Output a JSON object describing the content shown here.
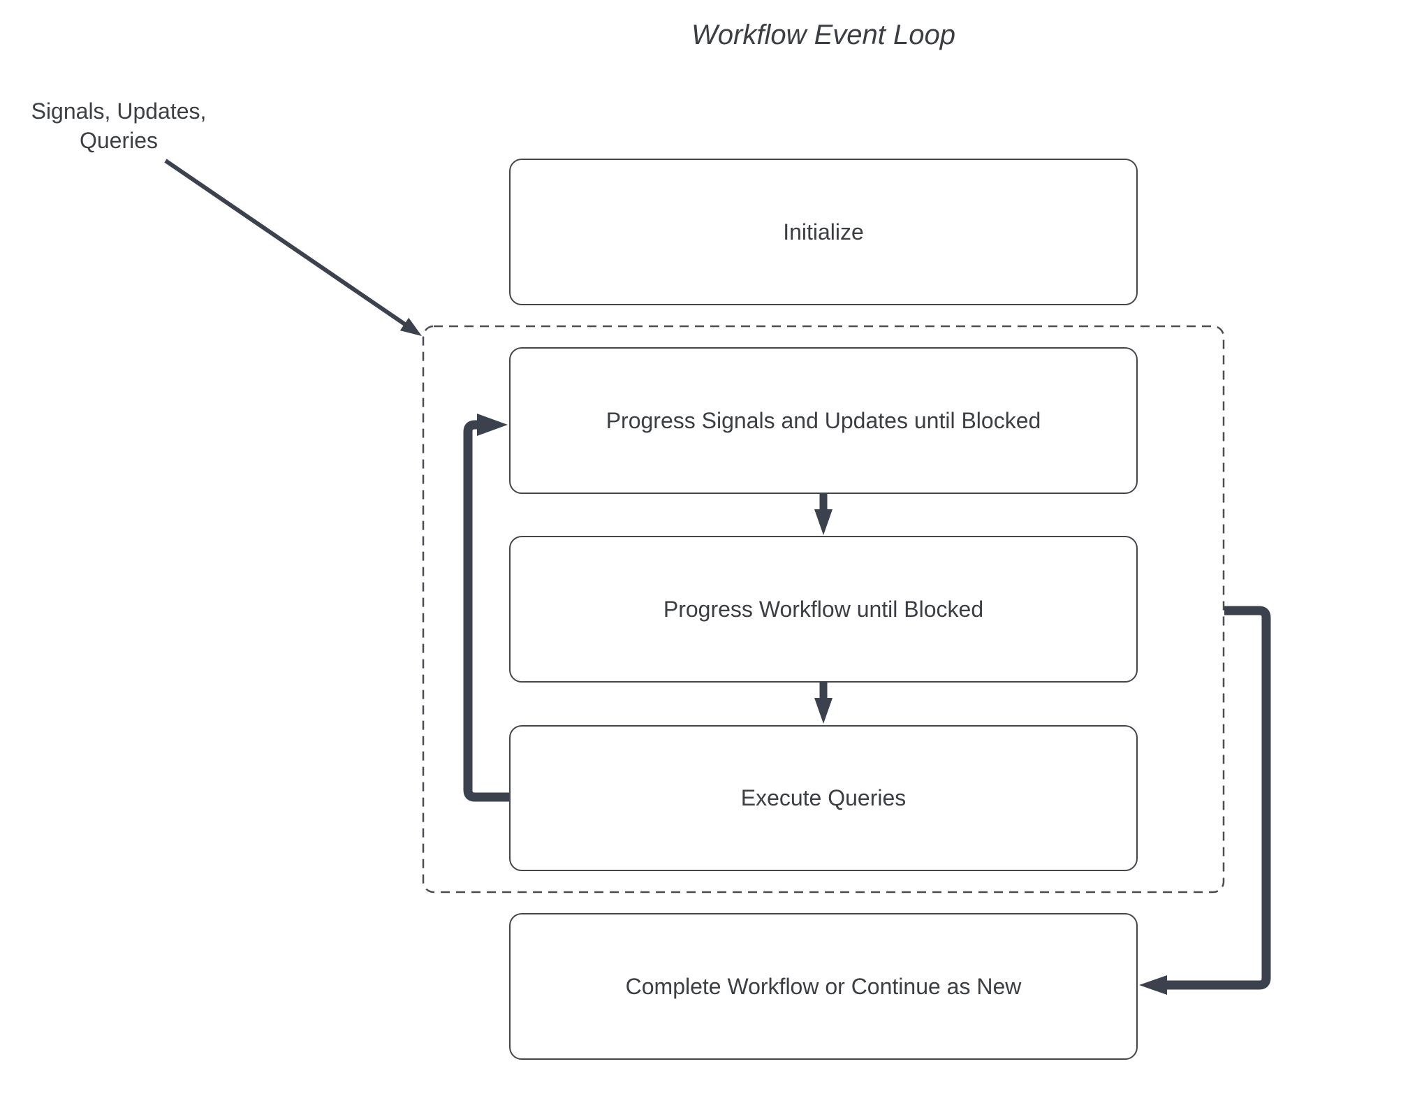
{
  "title": "Workflow Event Loop",
  "input_label": {
    "line1": "Signals, Updates,",
    "line2": "Queries"
  },
  "nodes": {
    "initialize": "Initialize",
    "progress_signals": "Progress Signals and Updates until Blocked",
    "progress_workflow": "Progress Workflow until Blocked",
    "execute_queries": "Execute Queries",
    "complete": "Complete Workflow or Continue as New"
  },
  "colors": {
    "arrow": "#3b424e",
    "node_border": "#43464b",
    "dashed_border": "#4a4d52",
    "text": "#3b3e42",
    "background": "#ffffff"
  }
}
